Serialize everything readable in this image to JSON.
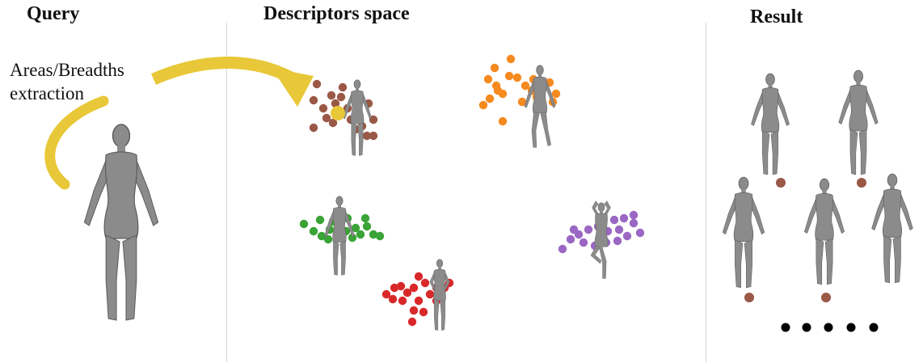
{
  "headings": {
    "query": "Query",
    "descriptors": "Descriptors space",
    "result": "Result"
  },
  "step_label": [
    "Areas/Breadths",
    "extraction"
  ],
  "colors": {
    "arrow": "#e8c838",
    "query_point": "#e8c838",
    "cluster_brown": "#9a5846",
    "cluster_orange": "#f58a1f",
    "cluster_green": "#3aa436",
    "cluster_red": "#d9282a",
    "cluster_purple": "#9b67c4",
    "body": "#8b8b8b",
    "ellipsis": "#000000",
    "divider": "#d6d6d6"
  },
  "clusters": [
    {
      "name": "brown",
      "pose": "standing"
    },
    {
      "name": "orange",
      "pose": "walking"
    },
    {
      "name": "green",
      "pose": "standing"
    },
    {
      "name": "red",
      "pose": "hands-on-hips"
    },
    {
      "name": "purple",
      "pose": "tree-pose"
    }
  ],
  "result_count": 5,
  "result_has_more": true
}
